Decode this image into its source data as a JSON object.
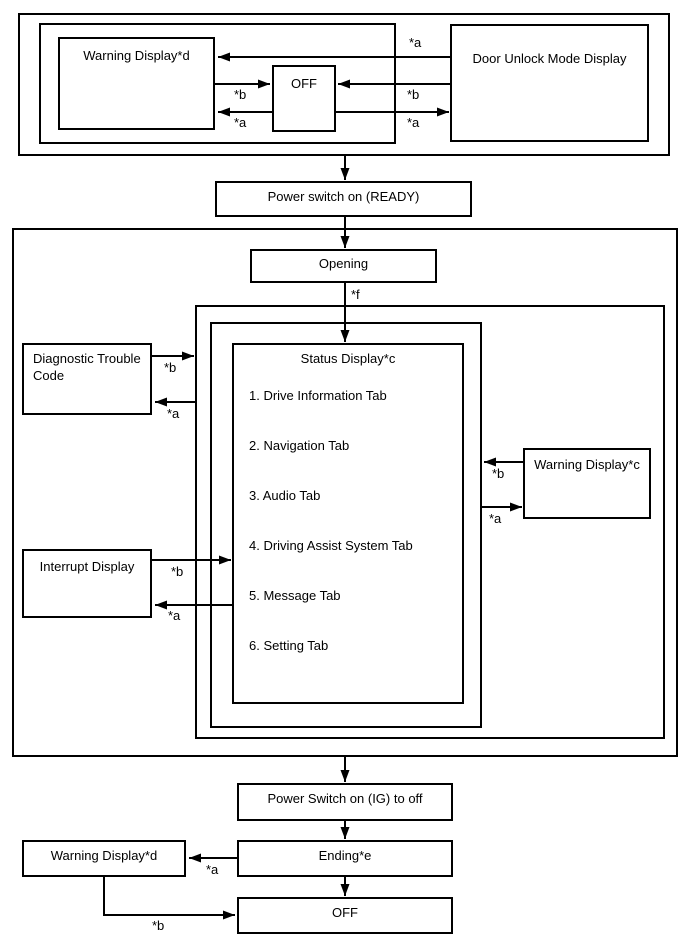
{
  "page": {
    "background": "#ffffff",
    "line_color": "#000000"
  },
  "diagram": {
    "top_section": {
      "warning_display": {
        "label": "Warning Display*d"
      },
      "off": {
        "label": "OFF"
      },
      "door_unlock": {
        "label": "Door Unlock Mode Display"
      }
    },
    "power_ready": {
      "label": "Power switch on (READY)"
    },
    "main_section": {
      "opening": {
        "label": "Opening"
      },
      "status_display": {
        "title": "Status Display*c",
        "items": [
          "1. Drive Information Tab",
          "2. Navigation Tab",
          "3. Audio Tab",
          "4. Driving Assist System Tab",
          "5. Message Tab",
          "6. Setting Tab"
        ]
      },
      "diagnostic_trouble_code": {
        "label": "Diagnostic Trouble Code"
      },
      "interrupt_display": {
        "label": "Interrupt Display"
      },
      "warning_display_c": {
        "label": "Warning Display*c"
      }
    },
    "bottom_section": {
      "power_ig_off": {
        "label": "Power Switch on (IG) to off"
      },
      "ending": {
        "label": "Ending*e"
      },
      "warning_display_d": {
        "label": "Warning Display*d"
      },
      "off": {
        "label": "OFF"
      }
    },
    "edge_labels": {
      "a": "*a",
      "b": "*b",
      "f": "*f"
    }
  }
}
